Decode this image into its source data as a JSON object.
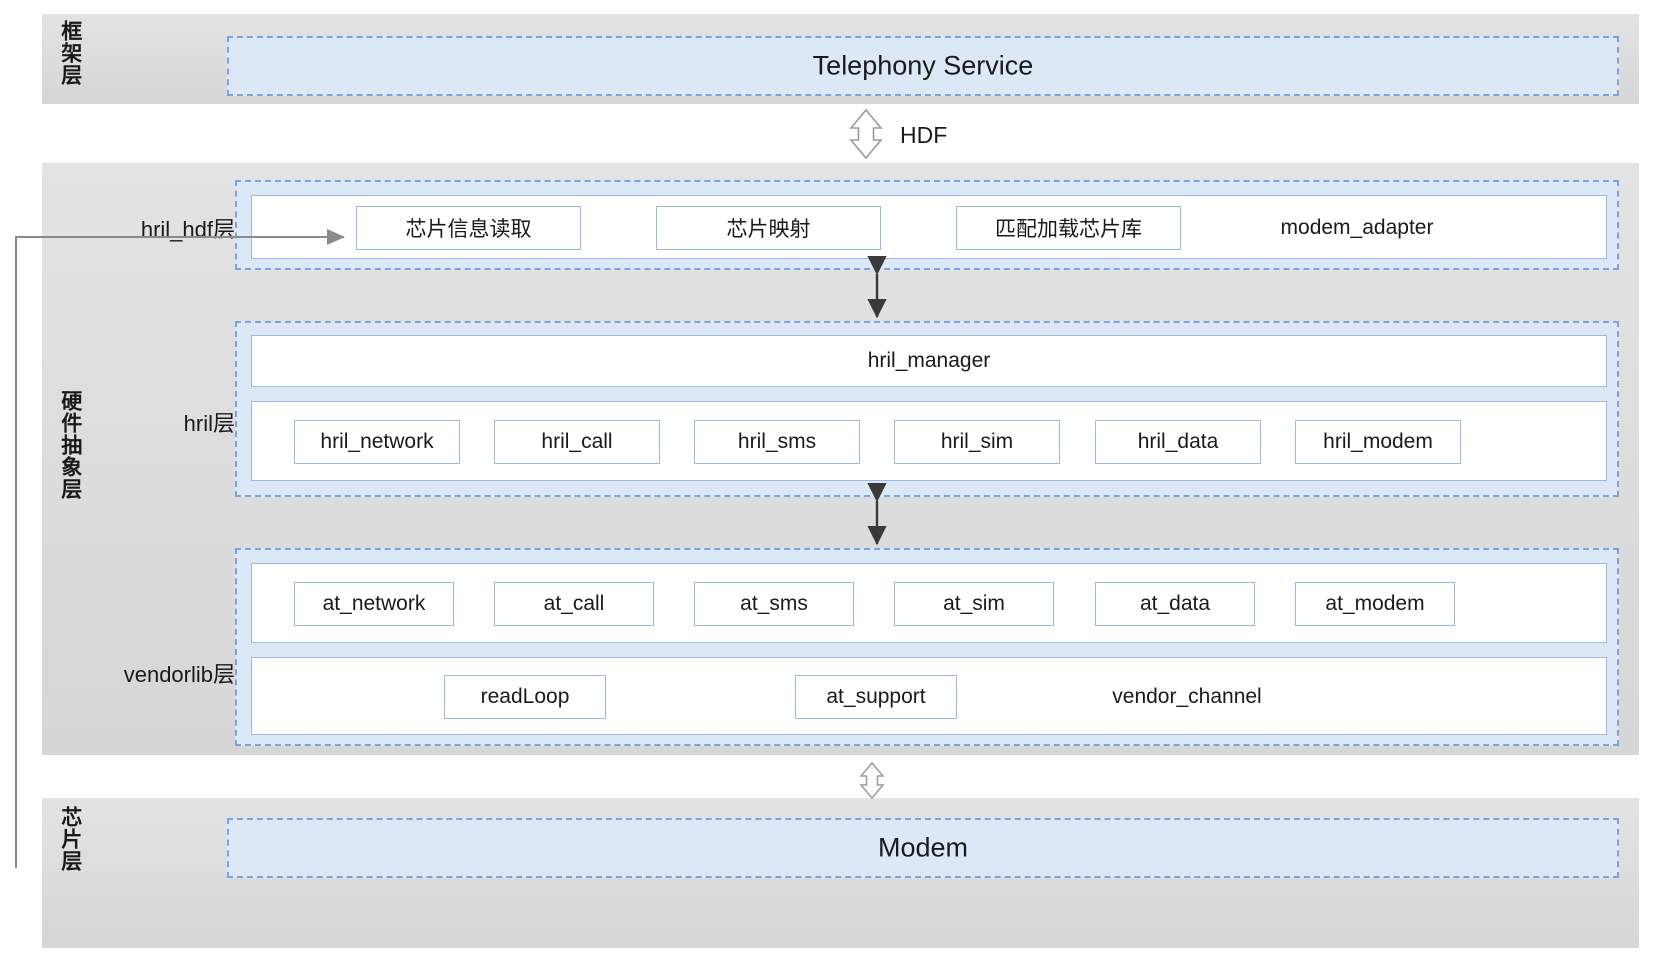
{
  "diagram": {
    "title": "Telephony HAL layered architecture",
    "colors": {
      "band_gray": "#dcdcdc",
      "dashed_blue": "#7ba4dd",
      "panel_blue": "#9db9e3",
      "fill_light_blue": "#dde8f7",
      "arrow_gray": "#7f7f7f",
      "text": "#1a1a1a"
    }
  },
  "framework_layer": {
    "band_label": "框架层",
    "caption": "Telephony Service"
  },
  "hdf_connector": {
    "label": "HDF",
    "icon": "double-arrow-vertical"
  },
  "hal_layer": {
    "band_label": "硬件抽象层",
    "sublayers": [
      {
        "label": "hril_hdf层",
        "trailing_label": "modem_adapter",
        "modules": [
          "芯片信息读取",
          "芯片映射",
          "匹配加载芯片库"
        ]
      },
      {
        "label": "hril层",
        "manager": "hril_manager",
        "modules": [
          "hril_network",
          "hril_call",
          "hril_sms",
          "hril_sim",
          "hril_data",
          "hril_modem"
        ]
      },
      {
        "label": "vendorlib层",
        "trailing_label": "vendor_channel",
        "modules": [
          "at_network",
          "at_call",
          "at_sms",
          "at_sim",
          "at_data",
          "at_modem"
        ],
        "channel_modules": [
          "readLoop",
          "at_support"
        ]
      }
    ]
  },
  "chip_layer": {
    "band_label": "芯片层",
    "caption": "Modem"
  }
}
